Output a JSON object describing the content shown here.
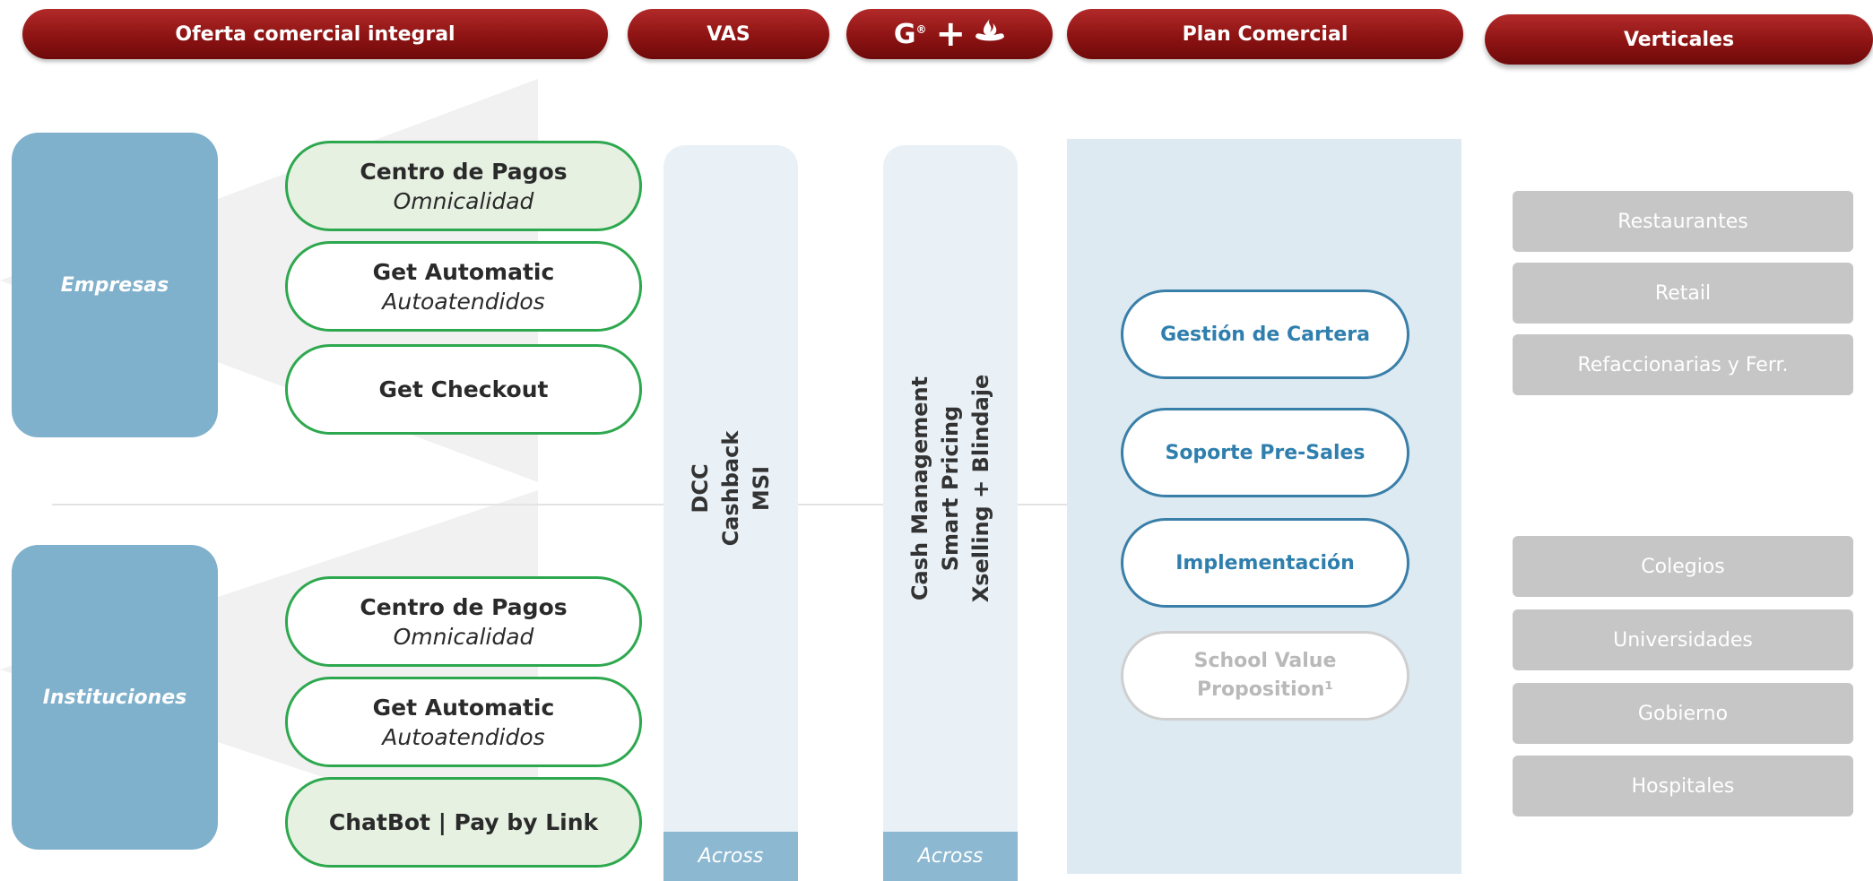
{
  "header": {
    "oferta": "Oferta comercial integral",
    "vas": "VAS",
    "getnet_logo_text": "G",
    "getnet_sup": "®",
    "plus": "+",
    "plan": "Plan Comercial",
    "verticales": "Verticales"
  },
  "segments": {
    "empresas": "Empresas",
    "instituciones": "Instituciones"
  },
  "products": {
    "empresas": [
      {
        "title": "Centro de Pagos",
        "subtitle": "Omnicalidad"
      },
      {
        "title": "Get Automatic",
        "subtitle": "Autoatendidos"
      },
      {
        "title": "Get Checkout",
        "subtitle": ""
      }
    ],
    "instituciones": [
      {
        "title": "Centro de Pagos",
        "subtitle": "Omnicalidad"
      },
      {
        "title": "Get Automatic",
        "subtitle": "Autoatendidos"
      },
      {
        "title": "ChatBot  |  Pay by Link",
        "subtitle": ""
      }
    ]
  },
  "vas": {
    "lines": [
      "DCC",
      "Cashback",
      "MSI"
    ],
    "footer": "Across"
  },
  "getnet_col": {
    "lines": [
      "Cash Management",
      "Smart Pricing",
      "Xselling + Blindaje"
    ],
    "footer": "Across"
  },
  "plan": {
    "items": [
      "Gestión de Cartera",
      "Soporte Pre-Sales",
      "Implementación"
    ],
    "school_line1": "School Value",
    "school_line2": "Proposition¹"
  },
  "verticales": {
    "empresas": [
      "Restaurantes",
      "Retail",
      "Refaccionarias y Ferr."
    ],
    "instituciones": [
      "Colegios",
      "Universidades",
      "Gobierno",
      "Hospitales"
    ]
  },
  "colors": {
    "tab_red": "#8e1313",
    "segment_blue": "#7fb0cc",
    "pill_green": "#2ea84f",
    "plan_blue": "#3a7fa8",
    "vertical_gray": "#c6c6c6"
  }
}
